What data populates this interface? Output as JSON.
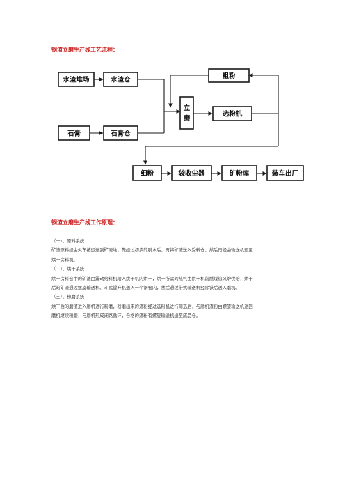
{
  "section_1": {
    "title": "钢渣立磨生产线工艺流程："
  },
  "flowchart": {
    "boxes": {
      "slag_yard": "水渣堆场",
      "slag_bin": "水渣仓",
      "coarse_powder": "粗粉",
      "vertical_mill": "立磨",
      "classifier": "选粉机",
      "gypsum": "石膏",
      "gypsum_bin": "石膏仓",
      "fine_powder": "细粉",
      "bag_filter": "袋收尘器",
      "powder_store": "矿粉库",
      "loading_out": "装车出厂"
    }
  },
  "section_2": {
    "title": "钢渣立磨生产线工作原理：",
    "paragraphs": [
      "（一）、原料系统",
      "矿渣原料经由火车被运送到矿渣堆，先经过初步的脱水后，再将矿渣送入受料仓，然后再经由输送机运至",
      "烘干房料机。",
      "（二）、烘干系统",
      "烘干房料仓中的矿渣由震动给料机给入烘干机内烘干，烘干所需的热气由烘干机前燃煤热风炉供给，烘干",
      "后的矿渣通过螺旋输送机、斗式提升机送入一个钢仓内，然后通过带式输送机经除铁后送入磨机。",
      "（三）、粉磨系统",
      "烘干后的磨渣进入磨机进行粉磨，粉磨出来的渣粉经过选粉机进行筛选后，与磨机渣粉由螺旋输送机送回",
      "磨机继续粉磨，与磨机形成闭路循环，合格的渣粉有螺旋输送机送至成品仓。"
    ]
  }
}
